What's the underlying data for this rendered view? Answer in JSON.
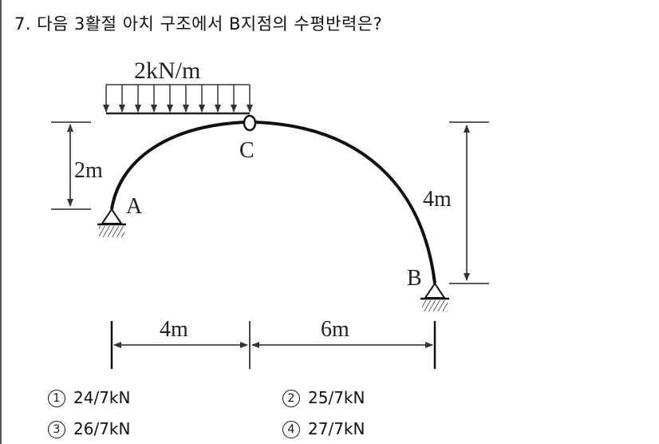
{
  "question": {
    "number": "7.",
    "text": "다음 3활절 아치 구조에서 B지점의 수평반력은?"
  },
  "figure": {
    "load_label": "2kN/m",
    "hinge_label": "C",
    "support_a_label": "A",
    "support_b_label": "B",
    "height_left_label": "2m",
    "height_right_label": "4m",
    "span_left_label": "4m",
    "span_right_label": "6m"
  },
  "choices": [
    {
      "num": "1",
      "text": "24/7kN"
    },
    {
      "num": "2",
      "text": "25/7kN"
    },
    {
      "num": "3",
      "text": "26/7kN"
    },
    {
      "num": "4",
      "text": "27/7kN"
    }
  ]
}
